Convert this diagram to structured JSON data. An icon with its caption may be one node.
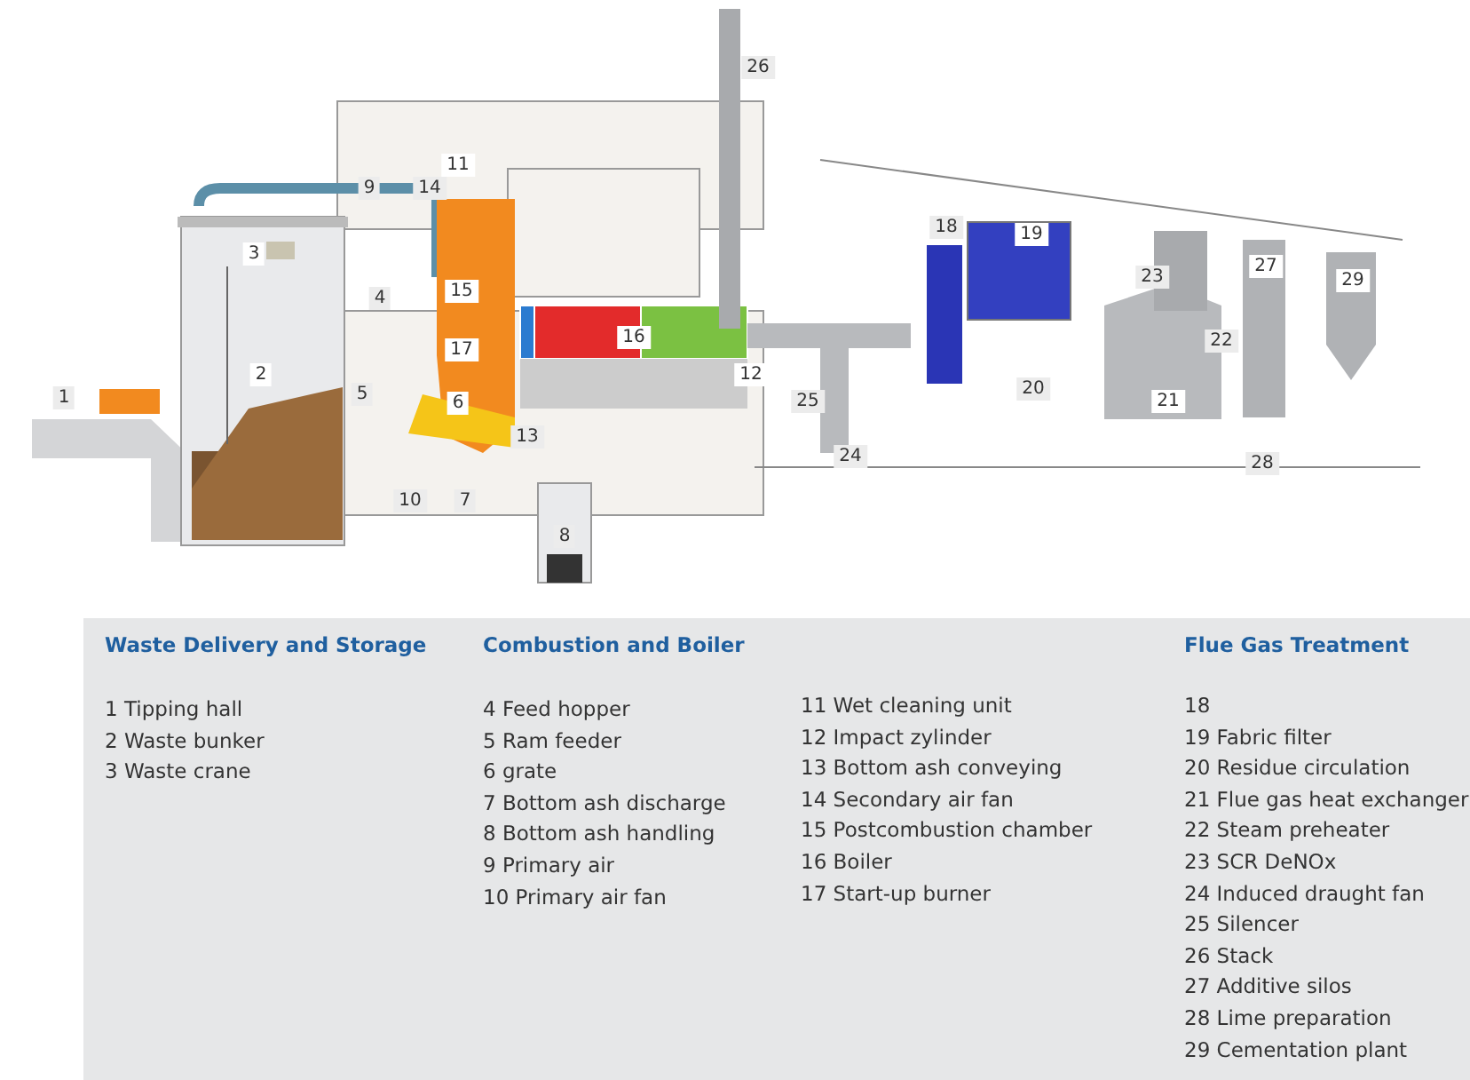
{
  "diagram": {
    "labels": [
      "26",
      "11",
      "9",
      "14",
      "18",
      "19",
      "3",
      "23",
      "27",
      "29",
      "15",
      "4",
      "16",
      "22",
      "17",
      "2",
      "1",
      "5",
      "6",
      "12",
      "20",
      "25",
      "21",
      "13",
      "24",
      "28",
      "10",
      "7",
      "8",
      "Waste Delivery and Storage",
      "1 Tipping hall",
      "2 Waste bunker",
      "3 Waste crane",
      "Combustion and Boiler",
      "4 Feed hopper",
      "5 Ram feeder",
      "6 grate",
      "7 Bottom ash discharge",
      "8 Bottom ash handling",
      "9 Primary air",
      "10 Primary air fan",
      "11 Wet cleaning unit",
      "12 Impact zylinder",
      "13 Bottom ash conveying",
      "14 Secondary air fan",
      "15 Postcombustion chamber",
      "16 Boiler",
      "17 Start-up burner",
      "Flue Gas Treatment",
      "18",
      "19 Fabric filter",
      "20 Residue circulation",
      "21 Flue gas heat exchanger",
      "22 Steam preheater",
      "23 SCR DeNOx",
      "24 Induced draught fan",
      "25 Silencer",
      "26 Stack",
      "27 Additive silos",
      "28 Lime preparation",
      "29 Cementation plant"
    ]
  }
}
